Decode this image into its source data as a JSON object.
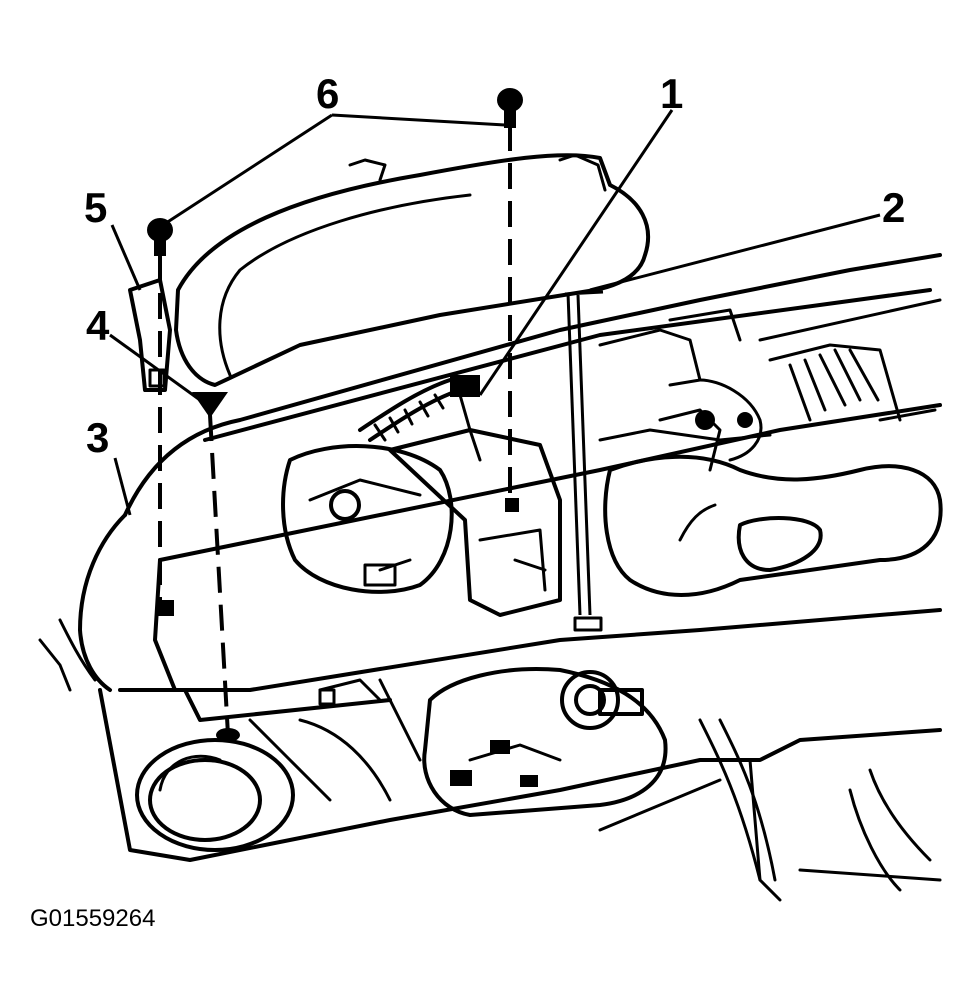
{
  "figure_id": "G01559264",
  "callouts": [
    {
      "number": "1"
    },
    {
      "number": "2"
    },
    {
      "number": "3"
    },
    {
      "number": "4"
    },
    {
      "number": "5"
    },
    {
      "number": "6"
    }
  ],
  "colors": {
    "line": "#000000",
    "background": "#ffffff"
  }
}
